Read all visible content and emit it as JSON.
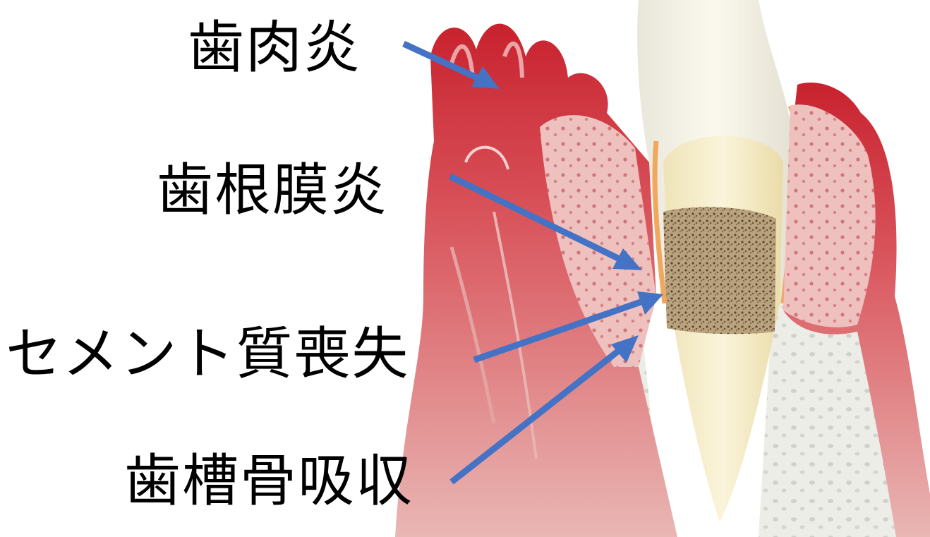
{
  "labels": {
    "gingivitis": "歯肉炎",
    "periodontal_ligament_inflammation": "歯根膜炎",
    "cementum_loss": "セメント質喪失",
    "alveolar_bone_resorption": "歯槽骨吸収"
  },
  "colors": {
    "arrow": "#4472C4",
    "gum_red": "#C8323A",
    "gum_pink": "#E9A6A8",
    "tooth": "#F3F0E6",
    "tartar": "#8A6E4E",
    "bone": "#EDEDE8"
  }
}
